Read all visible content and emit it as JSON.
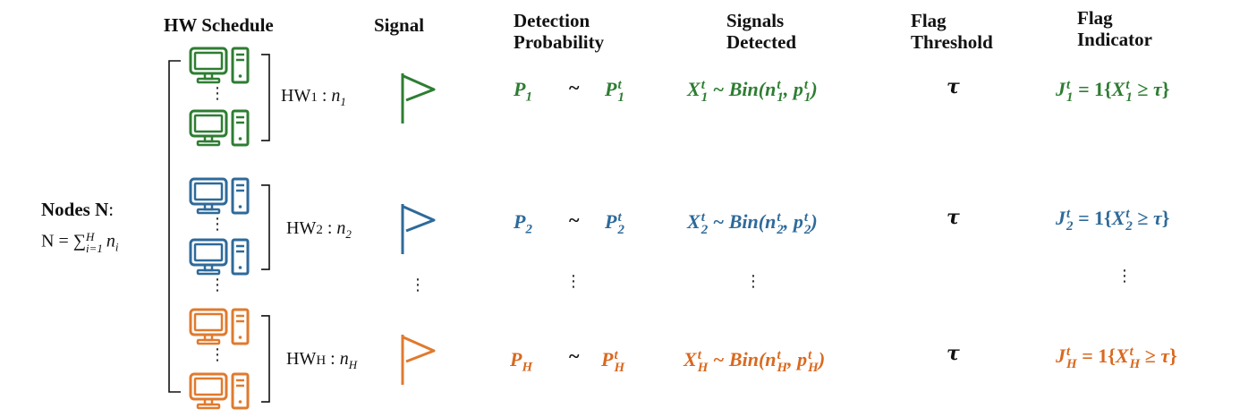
{
  "headers": {
    "hw_schedule": "HW Schedule",
    "signal": "Signal",
    "detection_line1": "Detection",
    "detection_line2": "Probability",
    "signals_line1": "Signals",
    "signals_line2": "Detected",
    "threshold_line1": "Flag",
    "threshold_line2": "Threshold",
    "indicator_line1": "Flag",
    "indicator_line2": "Indicator"
  },
  "nodes": {
    "label": "Nodes N",
    "colon": ":",
    "formula_lhs": "N = ",
    "formula_sum": "∑",
    "formula_sup": "H",
    "formula_sub": "i=1",
    "formula_n": "n",
    "formula_i": "i"
  },
  "groups": [
    {
      "hw_prefix": "HW",
      "hw_index": "1",
      "n_sub": "1",
      "P_sub": "1",
      "Pt_sub": "1",
      "X_sub": "1",
      "J_sub": "1",
      "color": "#2e7d32"
    },
    {
      "hw_prefix": "HW",
      "hw_index": "2",
      "n_sub": "2",
      "P_sub": "2",
      "Pt_sub": "2",
      "X_sub": "2",
      "J_sub": "2",
      "color": "#2e6a9a"
    },
    {
      "hw_prefix": "HW",
      "hw_index": "H",
      "n_sub": "H",
      "P_sub": "H",
      "Pt_sub": "H",
      "X_sub": "H",
      "J_sub": "H",
      "color": "#e07a2e"
    }
  ],
  "symbols": {
    "tau": "τ",
    "tilde": "~",
    "ellipsis": "⋮",
    "t": "t",
    "bin": "Bin",
    "geq": "≥",
    "one": "1"
  },
  "icons": {
    "computer": "desktop-computer-icon",
    "flag": "flag-icon",
    "bracket": "right-bracket"
  }
}
